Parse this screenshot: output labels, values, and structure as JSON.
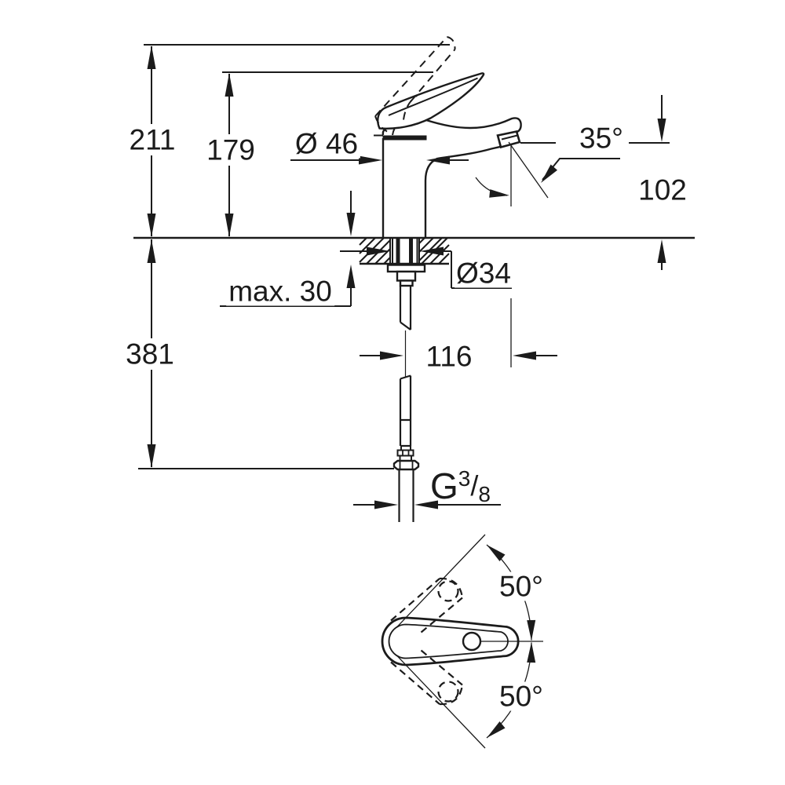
{
  "page": {
    "background": "#ffffff",
    "line_color": "#1b1b1b"
  },
  "side_view": {
    "overall_height_mm": "211",
    "height_to_lever_mm": "179",
    "body_diameter": "Ø 46",
    "aerator_angle": "35°",
    "spout_outlet_height_mm": "102",
    "max_deck_thickness": "max. 30",
    "mounting_hole_diameter": "Ø34",
    "hose_below_deck_mm": "381",
    "spout_projection_mm": "116",
    "connection_thread": {
      "prefix": "G",
      "numerator": "3",
      "slash": "/",
      "denominator": "8"
    }
  },
  "top_view": {
    "swivel_angle_up": "50°",
    "swivel_angle_down": "50°"
  }
}
